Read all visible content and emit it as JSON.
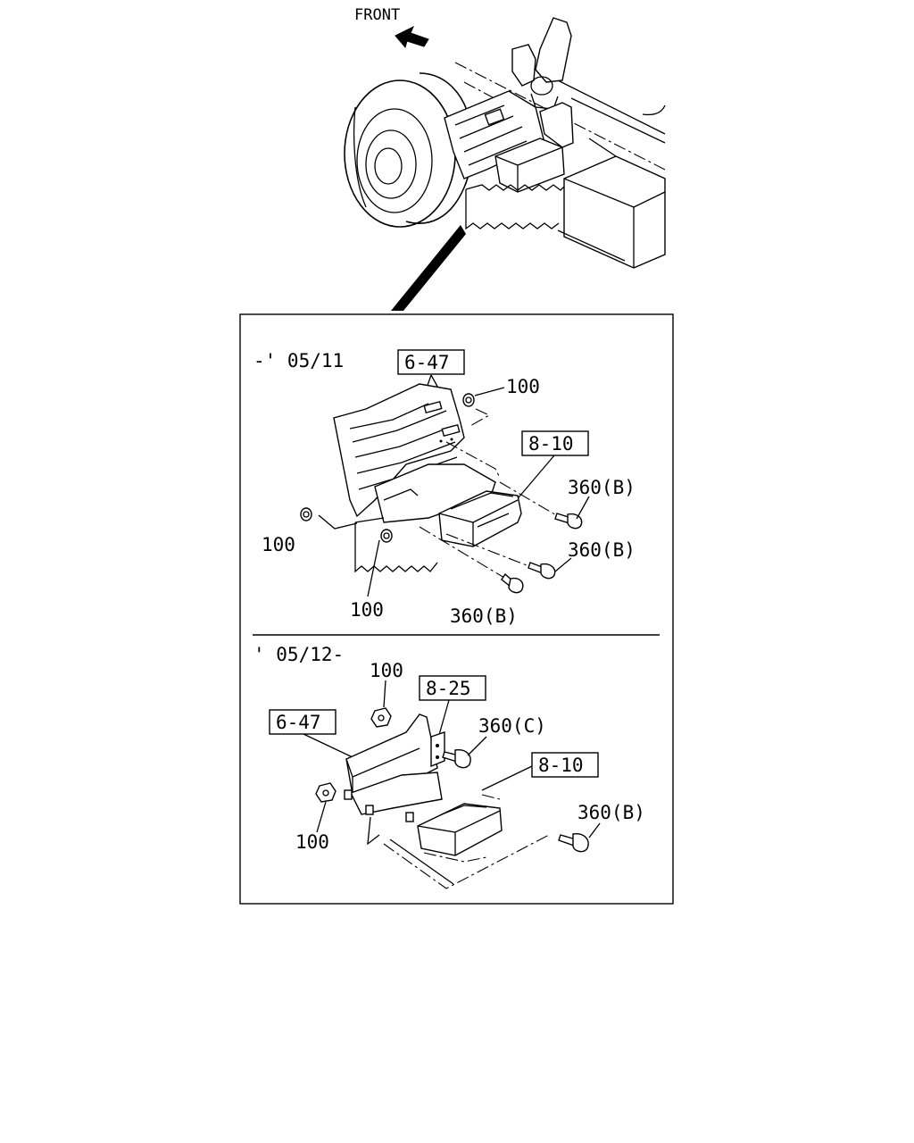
{
  "overview": {
    "front_label": "FRONT"
  },
  "panel_top": {
    "period": "-' 05/11",
    "refs": {
      "bracket": "6-47",
      "module": "8-10"
    },
    "callouts": {
      "nut_top": "100",
      "nut_left": "100",
      "nut_bottom": "100",
      "bolt_1": "360(B)",
      "bolt_2": "360(B)",
      "bolt_3": "360(B)"
    }
  },
  "panel_bottom": {
    "period": "' 05/12-",
    "refs": {
      "bracket": "6-47",
      "relay": "8-25",
      "module": "8-10"
    },
    "callouts": {
      "nut_top": "100",
      "nut_left": "100",
      "bolt_c": "360(C)",
      "bolt_b": "360(B)"
    }
  }
}
